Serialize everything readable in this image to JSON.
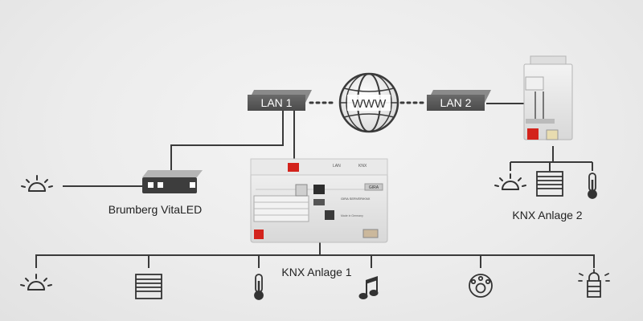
{
  "nodes": {
    "lan1": "LAN 1",
    "lan2": "LAN 2",
    "www": "WWW",
    "vitaled": "Brumberg VitaLED",
    "knx1": "KNX Anlage 1",
    "knx2": "KNX Anlage 2"
  },
  "device_labels": {
    "server_brand": "GIRA",
    "server_lan": "LAN",
    "server_knx": "KNX",
    "server_model": "GIRA SERVER/KNX",
    "server_madein": "Made in Germany"
  },
  "icons": {
    "vitaled_side": "light-bulb-icon",
    "knx2": [
      "light-bulb-icon",
      "blind-icon",
      "thermometer-icon"
    ],
    "knx1": [
      "light-bulb-icon",
      "blind-icon",
      "thermometer-icon",
      "music-note-icon",
      "doorbell-icon",
      "alarm-siren-icon"
    ]
  },
  "colors": {
    "line": "#3a3a3a",
    "label_box": "#5a5a5a",
    "label_text": "#ffffff",
    "device_body": "#e6e6e6",
    "accent_red": "#d3231c"
  }
}
